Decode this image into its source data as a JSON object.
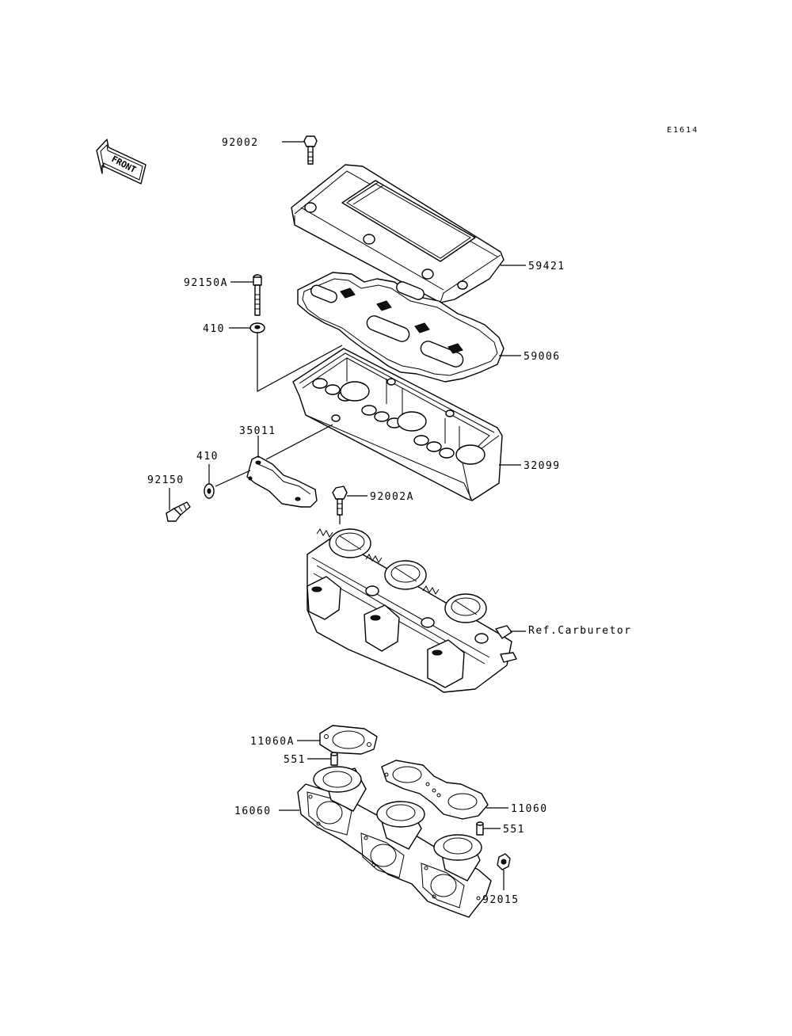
{
  "diagram_code": "E1614",
  "front_label": "FRONT",
  "colors": {
    "ink": "#000000",
    "paper": "#ffffff"
  },
  "labels": {
    "bolt_top": "92002",
    "cover": "59421",
    "bolt_long": "92150A",
    "washer_upper": "410",
    "gasket": "59006",
    "base": "32099",
    "bracket": "35011",
    "washer_lower": "410",
    "bolt_short": "92150",
    "bolt_mid": "92002A",
    "carburetor_ref": "Ref.Carburetor",
    "gasket_small": "11060A",
    "dowel_upper": "551",
    "manifold": "16060",
    "gasket_right": "11060",
    "dowel_lower": "551",
    "nut": "92015"
  }
}
